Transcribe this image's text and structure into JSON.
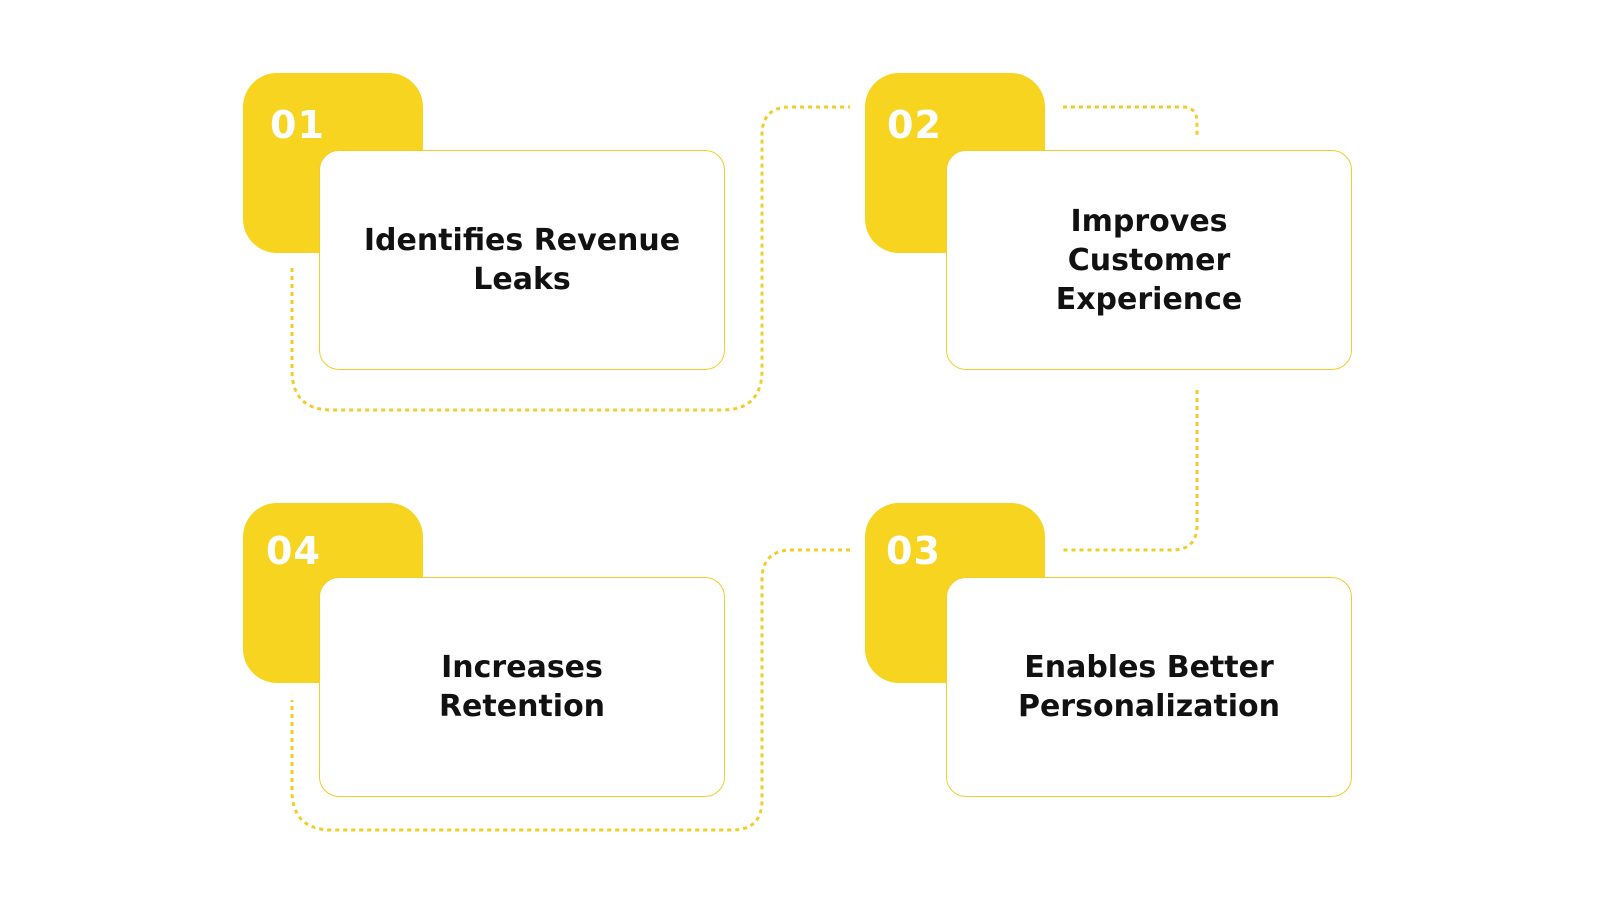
{
  "steps": [
    {
      "number": "01",
      "label": "Identifies Revenue Leaks"
    },
    {
      "number": "02",
      "label": "Improves Customer Experience"
    },
    {
      "number": "03",
      "label": "Enables Better Personalization"
    },
    {
      "number": "04",
      "label": "Increases Retention"
    }
  ],
  "colors": {
    "accent": "#f7d420",
    "card_border": "#f1cd2c",
    "connector": "#f2cd2a",
    "text": "#111111",
    "number_text": "#ffffff"
  }
}
